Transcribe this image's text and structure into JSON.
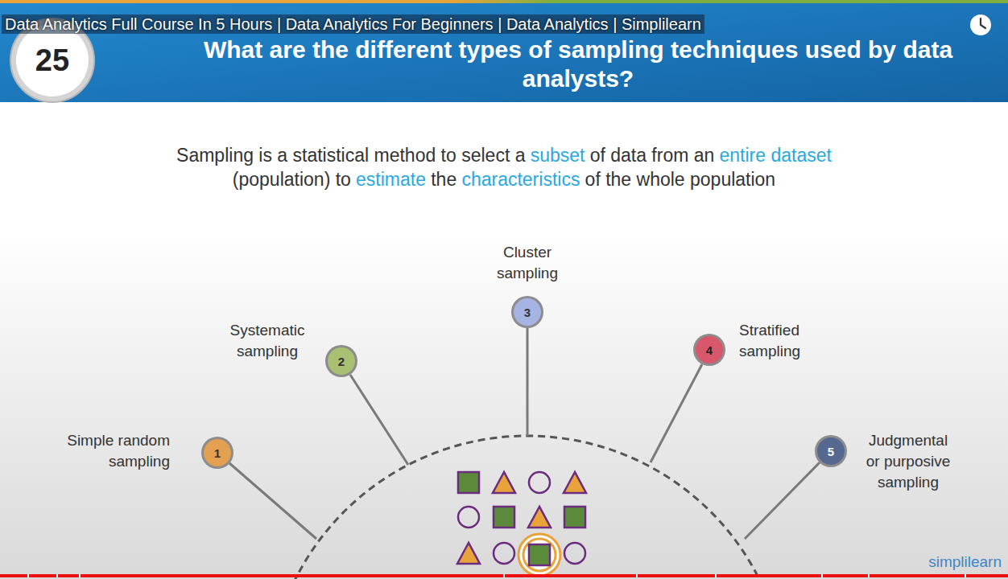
{
  "diagram": {
    "title": "What are the different types of sampling techniques used by data analysts?",
    "nodes": [
      {
        "text": [
          "Simple random sampling",
          "1"
        ]
      },
      {
        "text": [
          "Systematic sampling",
          "2"
        ]
      },
      {
        "text": [
          "Cluster sampling",
          "3"
        ]
      },
      {
        "text": [
          "Stratified sampling",
          "4"
        ]
      },
      {
        "text": [
          "Judgmental or purposive sampling",
          "5"
        ]
      }
    ],
    "labels": [
      "Data Analytics Full Course In 5 Hours | Data Analytics For Beginners | Data Analytics | Simplilearn",
      "25",
      "Sampling is a statistical method to select a",
      "subset",
      "of data from an",
      "entire dataset",
      "(population) to",
      "estimate",
      "the",
      "characteristics",
      "of the whole population",
      "simplilearn"
    ]
  }
}
